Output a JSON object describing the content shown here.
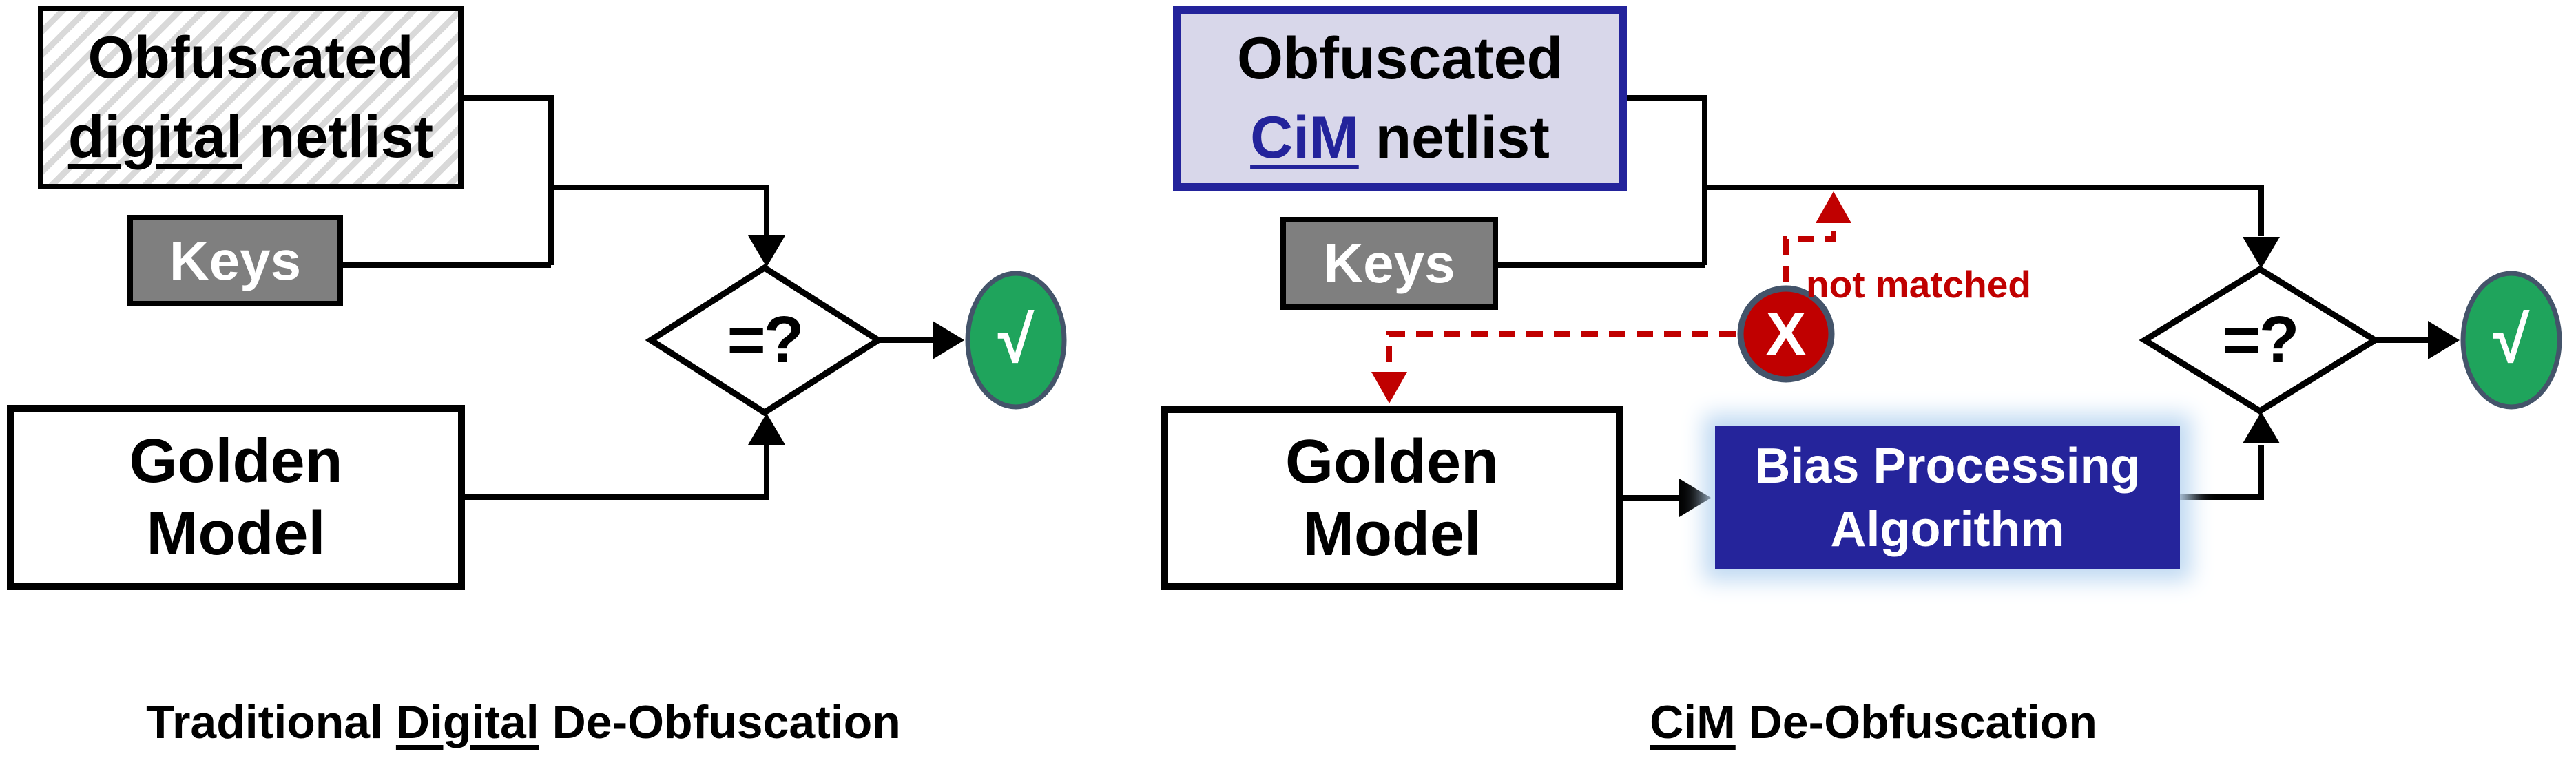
{
  "colors": {
    "black": "#000000",
    "navy": "#23239B",
    "bias_navy": "#25249B",
    "lavender": "#D8D7EA",
    "keys_gray": "#7F7F7F",
    "green": "#1FA45C",
    "slate_border": "#44546A",
    "red": "#C00000",
    "hatch_gray": "#D9D9D9",
    "glow_blue": "#BFD9F2"
  },
  "left": {
    "netlist_box": {
      "line1": "Obfuscated",
      "line2_underlined": "digital",
      "line2_rest": " netlist"
    },
    "keys_label": "Keys",
    "golden_box": {
      "line1": "Golden",
      "line2": "Model"
    },
    "decision_label": "=?",
    "success_label": "√",
    "caption": {
      "pre": "Traditional ",
      "underlined": "Digital",
      "post": " De-Obfuscation"
    }
  },
  "right": {
    "netlist_box": {
      "line1": "Obfuscated",
      "line2_underlined": "CiM",
      "line2_rest": " netlist"
    },
    "keys_label": "Keys",
    "golden_box": {
      "line1": "Golden",
      "line2": "Model"
    },
    "bias_box": {
      "line1": "Bias Processing",
      "line2": "Algorithm"
    },
    "decision_label": "=?",
    "success_label": "√",
    "mismatch_label": "X",
    "mismatch_note": "not matched",
    "caption": {
      "underlined": "CiM",
      "post": " De-Obfuscation"
    }
  }
}
